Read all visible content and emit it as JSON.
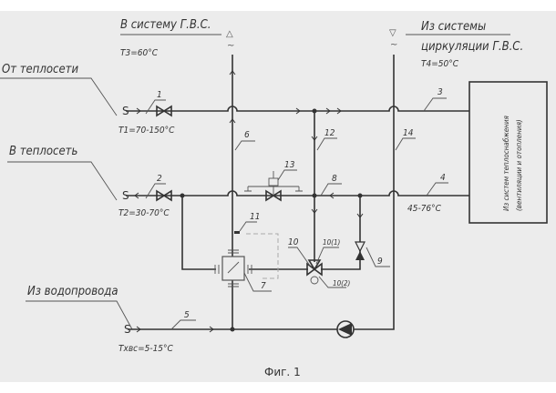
{
  "labels": {
    "to_hws": "В систему Г.В.С.",
    "t3": "T3=60°C",
    "from_network": "От теплосети",
    "t1": "T1=70-150°C",
    "to_network": "В теплосеть",
    "t2": "T2=30-70°C",
    "from_circ_1": "Из системы",
    "from_circ_2": "циркуляции Г.В.С.",
    "t4": "T4=50°C",
    "box_1": "Из систем теплоснабжения",
    "box_2": "(вентиляции и отопления)",
    "t_return": "45-76°C",
    "from_water": "Из водопровода",
    "tcw": "Txвс=5-15°C",
    "caption": "Фиг. 1"
  },
  "numbers": {
    "n1": "1",
    "n2": "2",
    "n3": "3",
    "n4": "4",
    "n5": "5",
    "n6": "6",
    "n7": "7",
    "n8": "8",
    "n9": "9",
    "n10": "10",
    "n10_1": "10(1)",
    "n10_2": "10(2)",
    "n11": "11",
    "n12": "12",
    "n13": "13",
    "n14": "14"
  }
}
